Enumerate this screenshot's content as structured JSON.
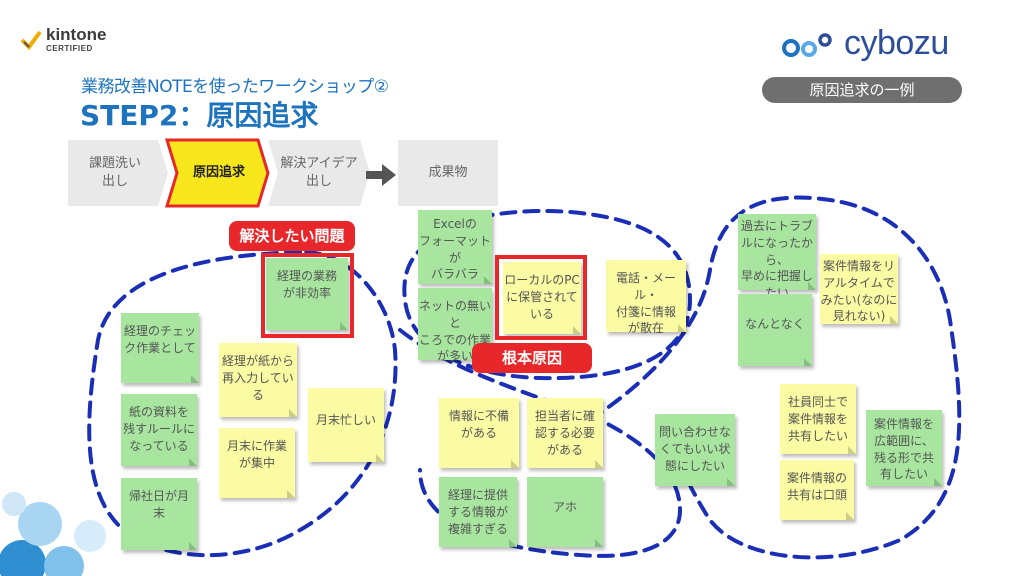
{
  "branding": {
    "kintone_name": "kintone",
    "kintone_sub": "CERTIFIED",
    "cybozu_name": "cybozu"
  },
  "header": {
    "subtitle": "業務改善NOTEを使ったワークショップ②",
    "title": "STEP2：原因追求",
    "badge": "原因追求の一例"
  },
  "steps": [
    {
      "label": "課題洗い\n出し",
      "active": false
    },
    {
      "label": "原因追求",
      "active": true
    },
    {
      "label": "解決アイデア\n出し",
      "active": false
    },
    {
      "label": "成果物",
      "active": false
    }
  ],
  "labels": {
    "problem": "解決したい問題",
    "root_cause": "根本原因"
  },
  "notes": [
    {
      "id": "n1",
      "text": "経理の業務\nが非効率",
      "color": "green"
    },
    {
      "id": "n2",
      "text": "経理のチェッ\nク作業として",
      "color": "green"
    },
    {
      "id": "n3",
      "text": "経理が紙から\n再入力してい\nる",
      "color": "yellow"
    },
    {
      "id": "n4",
      "text": "紙の資料を\n残すルールに\nなっている",
      "color": "green"
    },
    {
      "id": "n5",
      "text": "月末忙しい",
      "color": "yellow"
    },
    {
      "id": "n6",
      "text": "月末に作業\nが集中",
      "color": "yellow"
    },
    {
      "id": "n7",
      "text": "帰社日が月\n末",
      "color": "green"
    },
    {
      "id": "n8",
      "text": "Excelの\nフォーマットが\nバラバラ",
      "color": "green"
    },
    {
      "id": "n9",
      "text": "ネットの無いと\nころでの作業\nが多い",
      "color": "green"
    },
    {
      "id": "n10",
      "text": "ローカルのPC\nに保管されて\nいる",
      "color": "yellow"
    },
    {
      "id": "n11",
      "text": "電話・メール・\n付箋に情報\nが散在",
      "color": "yellow"
    },
    {
      "id": "n12",
      "text": "情報に不備\nがある",
      "color": "yellow"
    },
    {
      "id": "n13",
      "text": "担当者に確\n認する必要\nがある",
      "color": "yellow"
    },
    {
      "id": "n14",
      "text": "経理に提供\nする情報が\n複雑すぎる",
      "color": "green"
    },
    {
      "id": "n15",
      "text": "アホ",
      "color": "green"
    },
    {
      "id": "n16",
      "text": "問い合わせな\nくてもいい状\n態にしたい",
      "color": "green"
    },
    {
      "id": "n17",
      "text": "過去にトラブ\nルになったから、\n早めに把握し\nたい",
      "color": "green"
    },
    {
      "id": "n18",
      "text": "案件情報をリ\nアルタイムで\nみたい(なのに\n見れない)",
      "color": "yellow"
    },
    {
      "id": "n19",
      "text": "なんとなく",
      "color": "green"
    },
    {
      "id": "n20",
      "text": "社員同士で\n案件情報を\n共有したい",
      "color": "yellow"
    },
    {
      "id": "n21",
      "text": "案件情報を\n広範囲に、\n残る形で共\n有したい",
      "color": "green"
    },
    {
      "id": "n22",
      "text": "案件情報の\n共有は口頭",
      "color": "yellow"
    }
  ],
  "colors": {
    "accent_blue": "#1e73be",
    "highlight_red": "#e8272b",
    "active_step": "#f8e71c",
    "note_green": "#a8e6a0",
    "note_yellow": "#fbfba4",
    "loop_blue": "#1a2fb5"
  }
}
